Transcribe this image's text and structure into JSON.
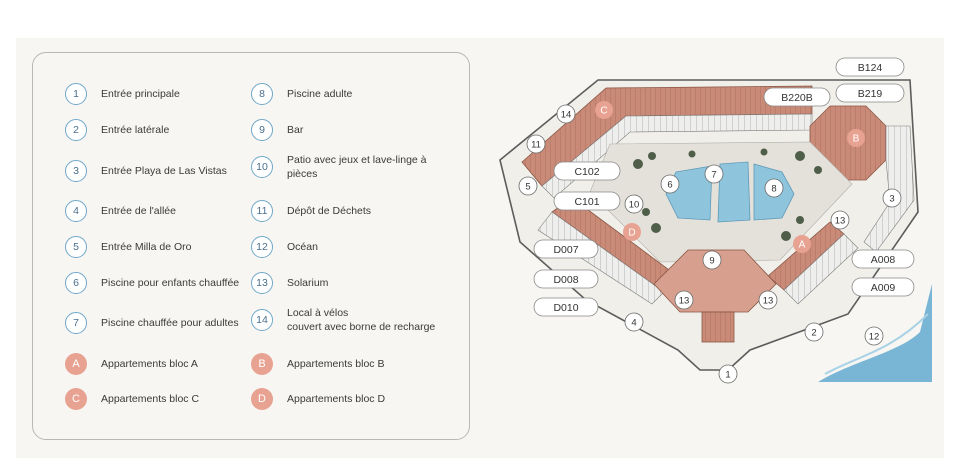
{
  "legend": {
    "left": [
      {
        "marker": "1",
        "label": "Entrée principale"
      },
      {
        "marker": "2",
        "label": "Entrée latérale"
      },
      {
        "marker": "3",
        "label": "Entrée Playa de Las Vistas"
      },
      {
        "marker": "4",
        "label": "Entrée de l'allée"
      },
      {
        "marker": "5",
        "label": "Entrée Milla de Oro"
      },
      {
        "marker": "6",
        "label": "Piscine pour enfants chauffée"
      },
      {
        "marker": "7",
        "label": "Piscine chauffée pour adultes"
      },
      {
        "marker": "A",
        "label": "Appartements bloc A"
      },
      {
        "marker": "C",
        "label": "Appartements bloc C"
      }
    ],
    "right": [
      {
        "marker": "8",
        "label": "Piscine adulte"
      },
      {
        "marker": "9",
        "label": "Bar"
      },
      {
        "marker": "10",
        "label_line1": "Patio avec jeux et lave-linge à",
        "label_line2": "pièces"
      },
      {
        "marker": "11",
        "label": "Dépôt de Déchets"
      },
      {
        "marker": "12",
        "label": "Océan"
      },
      {
        "marker": "13",
        "label": "Solarium"
      },
      {
        "marker": "14",
        "label_line1": "Local à vélos",
        "label_line2": "couvert avec borne de recharge"
      },
      {
        "marker": "B",
        "label": "Appartements bloc B"
      },
      {
        "marker": "D",
        "label": "Appartements bloc D"
      }
    ]
  },
  "map": {
    "unit_labels": [
      "B124",
      "B219",
      "B220B",
      "C102",
      "C101",
      "D007",
      "D008",
      "D010",
      "A008",
      "A009"
    ],
    "markers": [
      "1",
      "2",
      "3",
      "4",
      "5",
      "6",
      "7",
      "8",
      "9",
      "10",
      "11",
      "12",
      "13",
      "13",
      "13",
      "14"
    ],
    "block_letters": [
      "A",
      "B",
      "C",
      "D"
    ]
  },
  "colors": {
    "roof": "#c98b78",
    "roof_dark": "#a76a58",
    "pool": "#8ec5dd",
    "ocean": "#6aaed0",
    "accent_letter": "#e8a292",
    "number_border": "#6fa7c9"
  }
}
